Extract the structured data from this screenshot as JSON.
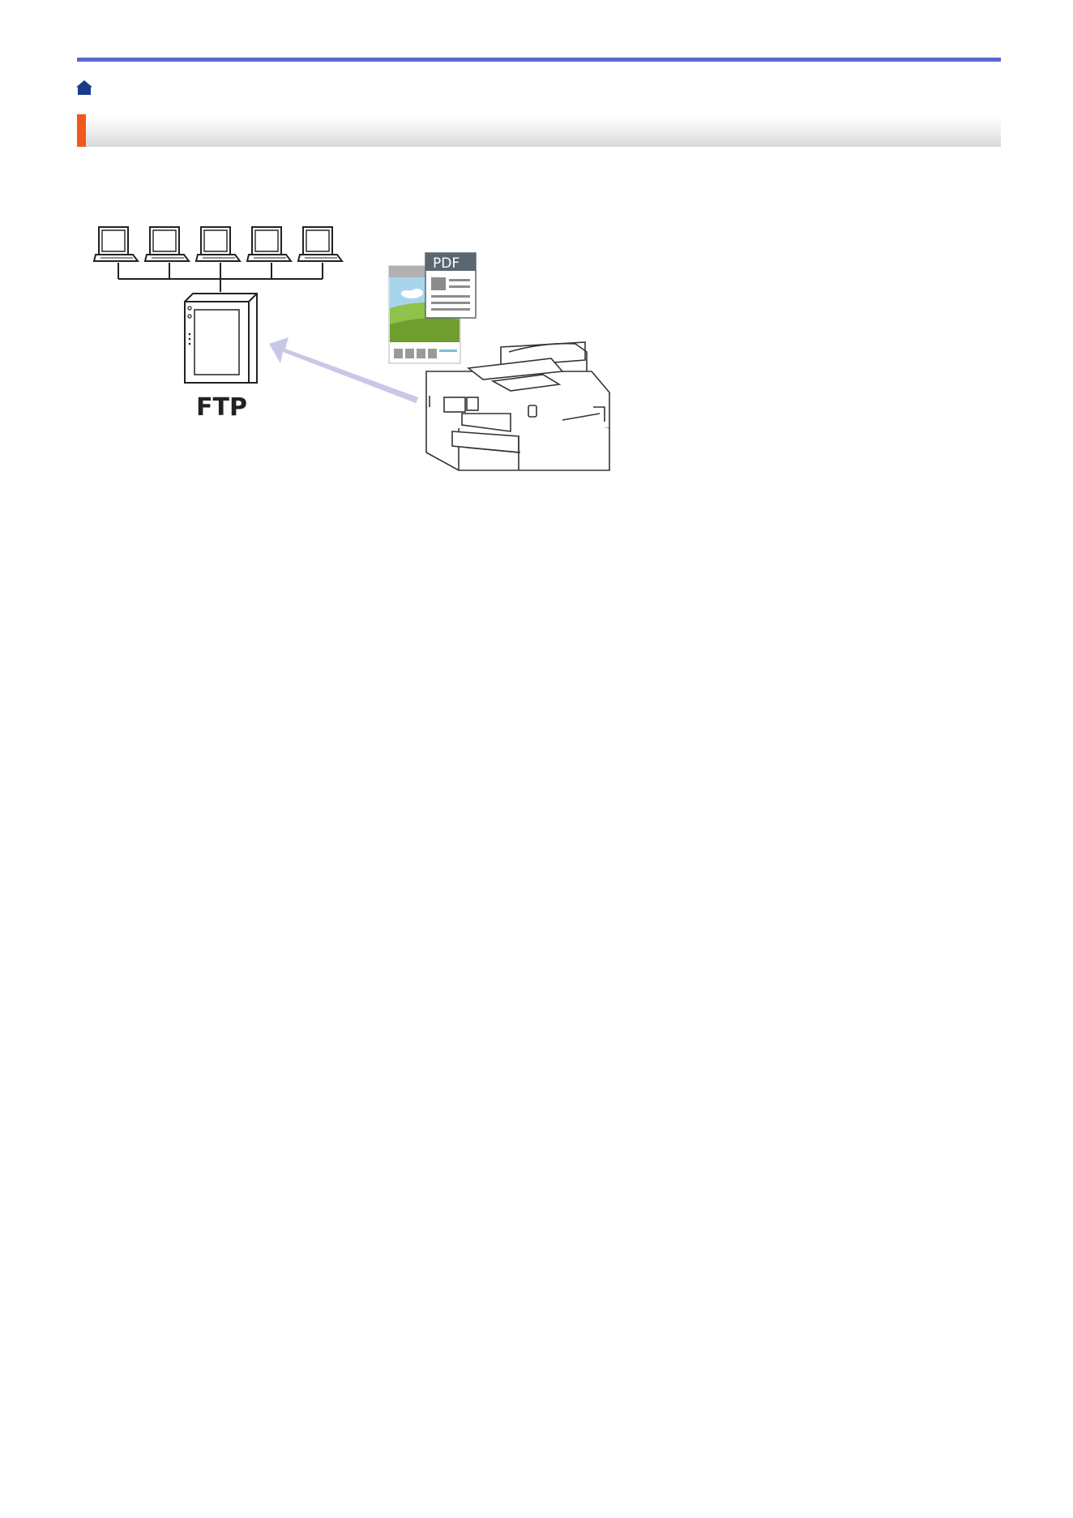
{
  "nav": {
    "home_icon": "home-icon"
  },
  "header": {
    "title": ""
  },
  "illustration": {
    "server_label": "FTP",
    "document_label": "PDF",
    "laptop_count": 5,
    "colors": {
      "rule": "#5668cf",
      "accent": "#f0591c",
      "home": "#1a3a8c",
      "arrow": "#c8c8e6",
      "pdf_header": "#5b6770",
      "sky": "#a9d4ee",
      "grass": "#7cae3c"
    }
  }
}
